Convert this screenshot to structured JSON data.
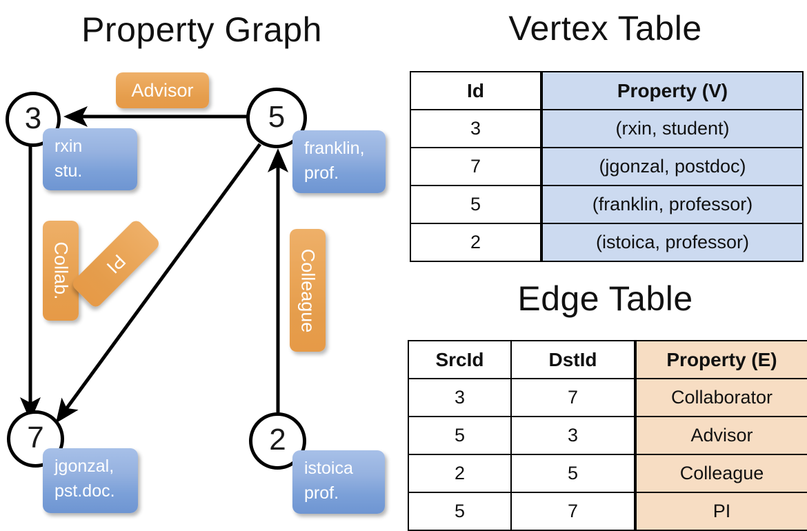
{
  "graph": {
    "title": "Property Graph",
    "nodes": [
      {
        "id": "3",
        "property": "rxin\nstu.",
        "prop_line1": "rxin",
        "prop_line2": "stu."
      },
      {
        "id": "5",
        "property": "franklin,\nprof.",
        "prop_line1": "franklin,",
        "prop_line2": "prof."
      },
      {
        "id": "7",
        "property": "jgonzal,\npst.doc.",
        "prop_line1": "jgonzal,",
        "prop_line2": "pst.doc."
      },
      {
        "id": "2",
        "property": "istoica\nprof.",
        "prop_line1": "istoica",
        "prop_line2": "prof."
      }
    ],
    "edge_labels": {
      "advisor": "Advisor",
      "collab": "Collab.",
      "pi": "PI",
      "colleague": "Colleague"
    },
    "edges": [
      {
        "src": "5",
        "dst": "3",
        "label": "Advisor"
      },
      {
        "src": "3",
        "dst": "7",
        "label": "Collab."
      },
      {
        "src": "5",
        "dst": "7",
        "label": "PI"
      },
      {
        "src": "2",
        "dst": "5",
        "label": "Colleague"
      }
    ]
  },
  "vertex_table": {
    "title": "Vertex Table",
    "headers": [
      "Id",
      "Property (V)"
    ],
    "rows": [
      {
        "id": "3",
        "property": "(rxin, student)"
      },
      {
        "id": "7",
        "property": "(jgonzal, postdoc)"
      },
      {
        "id": "5",
        "property": "(franklin, professor)"
      },
      {
        "id": "2",
        "property": "(istoica, professor)"
      }
    ]
  },
  "edge_table": {
    "title": "Edge Table",
    "headers": [
      "SrcId",
      "DstId",
      "Property (E)"
    ],
    "rows": [
      {
        "src": "3",
        "dst": "7",
        "property": "Collaborator"
      },
      {
        "src": "5",
        "dst": "3",
        "property": "Advisor"
      },
      {
        "src": "2",
        "dst": "5",
        "property": "Colleague"
      },
      {
        "src": "5",
        "dst": "7",
        "property": "PI"
      }
    ]
  },
  "colors": {
    "vertex_property_fill": "#ccdaf0",
    "edge_property_fill": "#f7ddc3",
    "node_box_blue": "#7ba0d8",
    "edge_label_orange": "#eaa557",
    "stroke": "#000000",
    "background": "#ffffff"
  }
}
